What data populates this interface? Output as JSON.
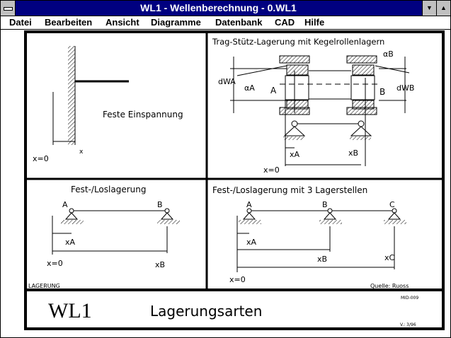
{
  "window": {
    "title": "WL1 - Wellenberechnung - 0.WL1"
  },
  "menu": [
    {
      "label": "Datei",
      "key": "D"
    },
    {
      "label": "Bearbeiten",
      "key": "B"
    },
    {
      "label": "Ansicht",
      "key": "A"
    },
    {
      "label": "Diagramme",
      "key": ""
    },
    {
      "label": "Datenbank",
      "key": "D"
    },
    {
      "label": "CAD",
      "key": "C"
    },
    {
      "label": "Hilfe",
      "key": "H"
    }
  ],
  "panels": {
    "einspannung": {
      "label": "Feste Einspannung",
      "x0": "x=0",
      "x": "x"
    },
    "kegelrollen": {
      "title": "Trag-Stütz-Lagerung mit Kegelrollenlagern",
      "dWA": "dWA",
      "dWB": "dWB",
      "alphaA": "αA",
      "alphaB": "αB",
      "A": "A",
      "B": "B",
      "xA": "xA",
      "xB": "xB",
      "x0": "x=0"
    },
    "festlos": {
      "title": "Fest-/Loslagerung",
      "A": "A",
      "B": "B",
      "xA": "xA",
      "xB": "xB",
      "x0": "x=0"
    },
    "drei": {
      "title": "Fest-/Loslagerung mit 3 Lagerstellen",
      "A": "A",
      "B": "B",
      "C": "C",
      "xA": "xA",
      "xB": "xB",
      "xC": "xC",
      "x0": "x=0"
    }
  },
  "footer": {
    "category": "LAGERUNG",
    "source": "Quelle: Ruoss",
    "logo": "WL1",
    "heading": "Lagerungsarten",
    "code": "MID-009",
    "version": "V.: 3/96"
  }
}
